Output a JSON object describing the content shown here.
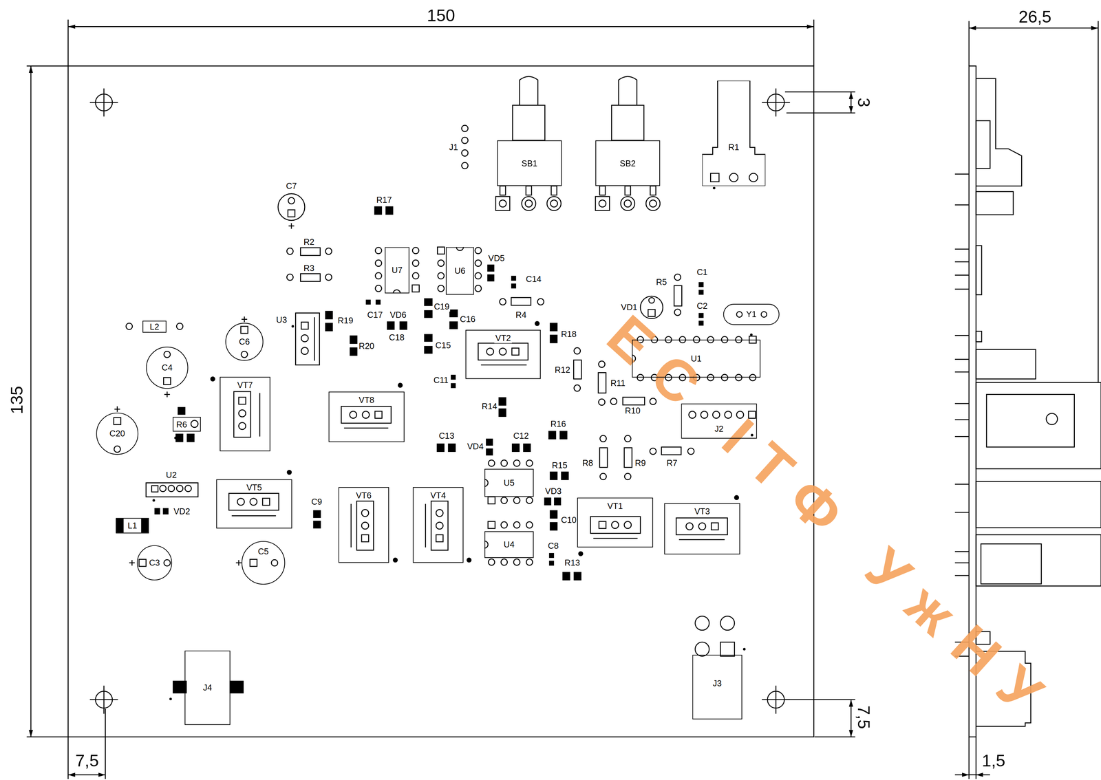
{
  "diagram": {
    "nodes": [
      {
        "text": [
          "SB1"
        ]
      },
      {
        "text": [
          "SB2"
        ]
      },
      {
        "text": [
          "R1"
        ]
      },
      {
        "text": [
          "U7"
        ]
      },
      {
        "text": [
          "U6"
        ]
      },
      {
        "text": [
          "Y1"
        ]
      },
      {
        "text": [
          "L2"
        ]
      },
      {
        "text": [
          "C6"
        ]
      },
      {
        "text": [
          "VT2"
        ]
      },
      {
        "text": [
          "U1"
        ]
      },
      {
        "text": [
          "C4"
        ]
      },
      {
        "text": [
          "VT7"
        ]
      },
      {
        "text": [
          "VT8"
        ]
      },
      {
        "text": [
          "C20"
        ]
      },
      {
        "text": [
          "R6"
        ]
      },
      {
        "text": [
          "J2"
        ]
      },
      {
        "text": [
          "U5"
        ]
      },
      {
        "text": [
          "VT5"
        ]
      },
      {
        "text": [
          "L1"
        ]
      },
      {
        "text": [
          "VT6"
        ]
      },
      {
        "text": [
          "VT4"
        ]
      },
      {
        "text": [
          "VT1"
        ]
      },
      {
        "text": [
          "VT3"
        ]
      },
      {
        "text": [
          "U4"
        ]
      },
      {
        "text": [
          "C3"
        ]
      },
      {
        "text": [
          "C5"
        ]
      },
      {
        "text": [
          "J4"
        ]
      },
      {
        "text": [
          "J3"
        ]
      }
    ],
    "labels": [
      "150",
      "26,5",
      "3",
      "135",
      "J1",
      "C7",
      "R17",
      "R2",
      "R3",
      "VD5",
      "C14",
      "C1",
      "R5",
      "C2",
      "VD1",
      "C19",
      "C17",
      "VD6",
      "R4",
      "U3",
      "R19",
      "C16",
      "R18",
      "C18",
      "C15",
      "R20",
      "R12",
      "C11",
      "R11",
      "R14",
      "R10",
      "R16",
      "C13",
      "C12",
      "VD4",
      "R8",
      "R9",
      "R7",
      "R15",
      "U2",
      "VD3",
      "C9",
      "VD2",
      "C10",
      "C8",
      "R13",
      "7,5",
      "7,5",
      "1,5",
      "ЕС ІТФ УжНУ"
    ]
  }
}
